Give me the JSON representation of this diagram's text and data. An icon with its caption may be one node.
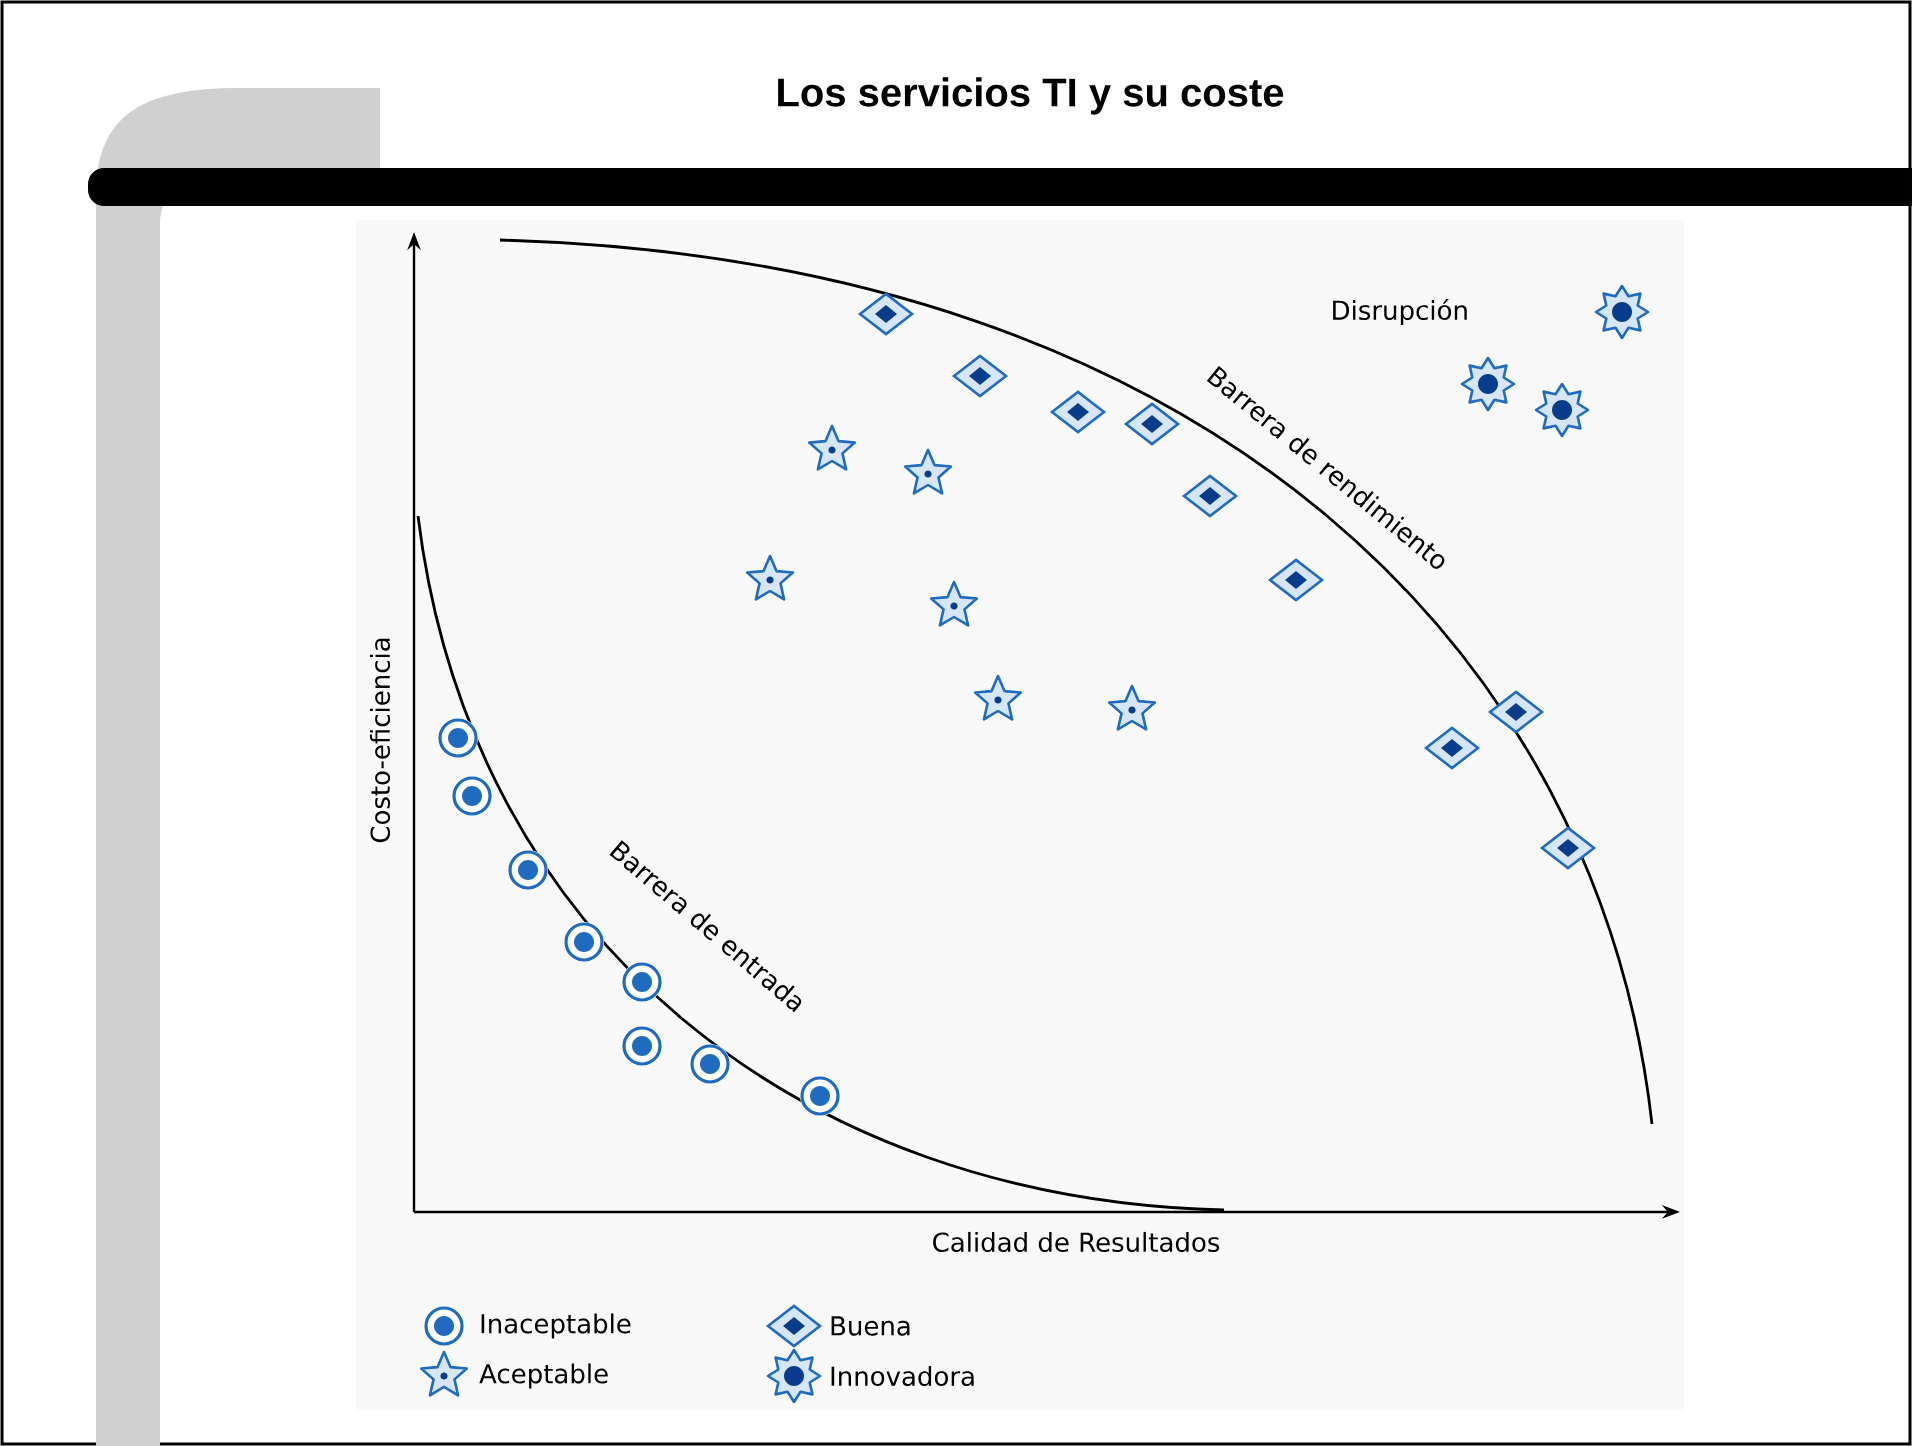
{
  "diagram": {
    "title": "Los servicios TI y su coste",
    "labels": [
      "Disrupción",
      "Barrera de rendimiento",
      "Costo-eficiencia",
      "Barrera de entrada",
      "Calidad de Resultados"
    ],
    "legend": [
      {
        "text": "Inaceptable"
      },
      {
        "text": "Aceptable"
      },
      {
        "text": "Buena"
      },
      {
        "text": "Innovadora"
      }
    ]
  }
}
